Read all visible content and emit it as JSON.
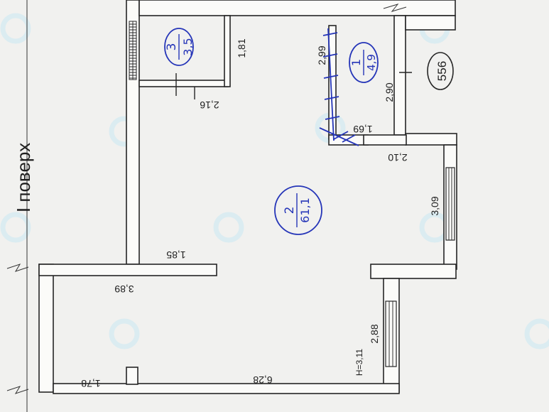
{
  "floor_title": "I поверх",
  "plan_number": "556",
  "rooms": [
    {
      "number": "3",
      "area": "3,5"
    },
    {
      "number": "1",
      "area": "4,9"
    },
    {
      "number": "2",
      "area": "61,1"
    }
  ],
  "dimensions": {
    "d_181": "1,81",
    "d_216": "2,16",
    "d_299": "2,99",
    "d_290": "2,90",
    "d_169": "1,69",
    "d_210": "2,10",
    "d_309": "3,09",
    "d_185": "1,85",
    "d_389": "3,89",
    "d_288": "2,88",
    "d_628": "6,28",
    "d_178": "1,78"
  },
  "ceiling_height": "H=3,11",
  "colors": {
    "paper": "#f1f1ef",
    "ink": "#262626",
    "pen": "#2535b8",
    "watermark": "#c9e7f2"
  }
}
